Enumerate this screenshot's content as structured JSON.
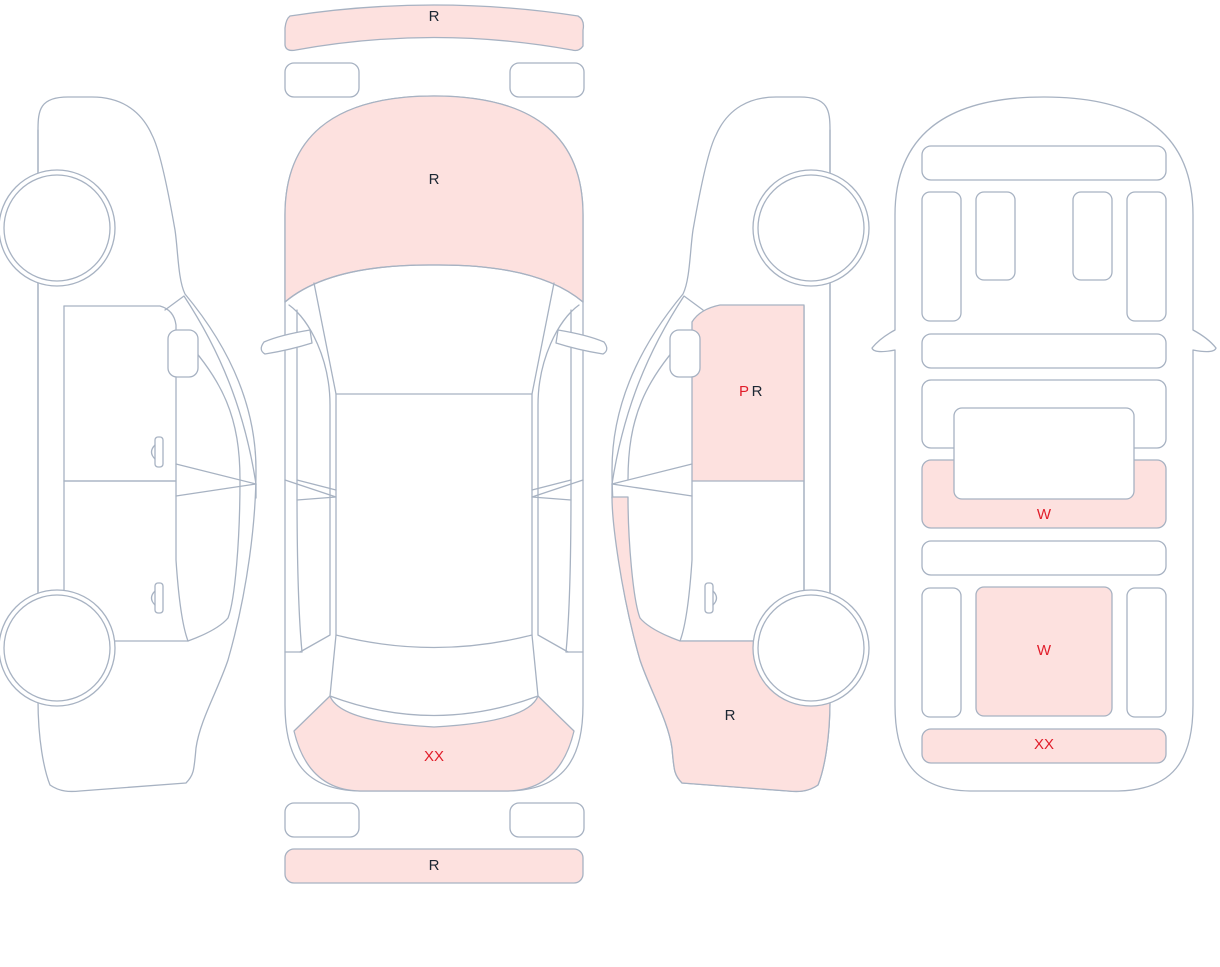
{
  "marks": {
    "front_bumper": "R",
    "hood": "R",
    "trunk": "XX",
    "rear_bumper": "R",
    "right_front_door_a": "P",
    "right_front_door_b": "R",
    "right_rear_quarter": "R",
    "interior_row2": "W",
    "interior_console": "W",
    "interior_rear": "XX"
  },
  "colors": {
    "damage_fill": "#fde1df",
    "outline": "#a7b2c2",
    "code_dark": "#1c2733",
    "code_red": "#e11d2a"
  }
}
